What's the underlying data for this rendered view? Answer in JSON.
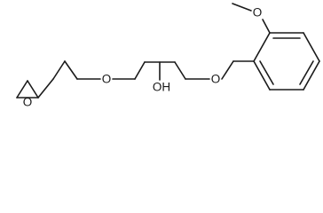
{
  "molecule": {
    "atom_labels": {
      "epoxide_oxygen": "O",
      "ether_oxygen_left": "O",
      "hydroxyl": "OH",
      "ether_oxygen_right": "O",
      "methoxy_oxygen": "O"
    }
  }
}
